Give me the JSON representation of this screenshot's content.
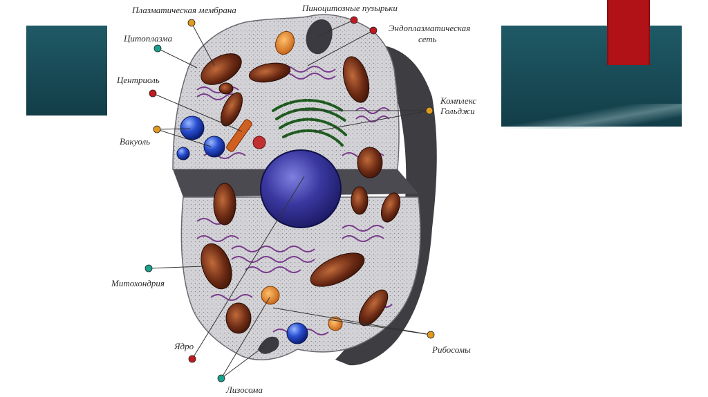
{
  "labels": {
    "plasma_membrane": "Плазматическая мембрана",
    "pinocytic_vesicles": "Пиноцитозные пузырьки",
    "cytoplasm": "Цитоплазма",
    "er_line1": "Эндоплазматическая",
    "er_line2": "сеть",
    "centriole": "Центриоль",
    "golgi_line1": "Комплекс",
    "golgi_line2": "Гольджи",
    "vacuole": "Вакуоль",
    "mitochondria": "Митохондрия",
    "nucleus": "Ядро",
    "ribosomes": "Рибосомы",
    "lysosome": "Лизосома"
  },
  "colors": {
    "banner": "#1a4a55",
    "bookmark": "#b01217",
    "cytoplasm": "#cfcfd2",
    "cell_shadow": "#3e3e42",
    "mitochondria": "#6b2a14",
    "nucleus": "#2f2d8a",
    "golgi": "#1f5a1f",
    "er": "#7a3a8c",
    "vacuole": "#1e3fb8",
    "pin_red": "#c0191f",
    "pin_teal": "#1aa28c",
    "pin_orange": "#e09a1e"
  }
}
